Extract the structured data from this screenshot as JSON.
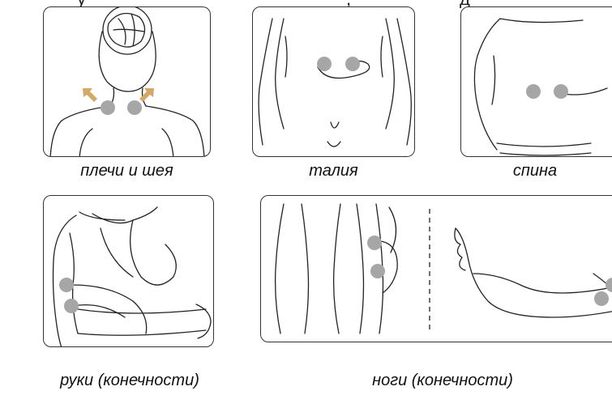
{
  "header": {
    "fragment_left": "у",
    "fragment_mid": ",",
    "fragment_right": "д"
  },
  "panels": {
    "shoulders_neck": {
      "caption": "плечи и шея"
    },
    "waist": {
      "caption": "талия"
    },
    "back": {
      "caption": "спина"
    },
    "arms": {
      "caption": "руки (конечности)"
    },
    "legs": {
      "caption": "ноги (конечности)"
    }
  },
  "colors": {
    "pad": "#a6a6a6",
    "arrow": "#d4a868",
    "outline": "#222222"
  }
}
